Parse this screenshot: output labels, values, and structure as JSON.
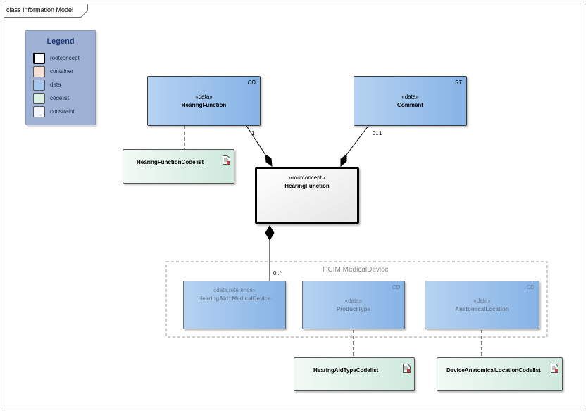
{
  "diagram": {
    "tab_label": "class Information Model",
    "package_label": "HCIM MedicalDevice"
  },
  "legend": {
    "title": "Legend",
    "items": [
      {
        "label": "rootconcept",
        "color": "#ffffff",
        "border": "#000000"
      },
      {
        "label": "container",
        "color": "#f4dfd2",
        "border": "#555555"
      },
      {
        "label": "data",
        "color": "#a7c8ee",
        "border": "#555555"
      },
      {
        "label": "codelist",
        "color": "#d9f0e2",
        "border": "#555555"
      },
      {
        "label": "constraint",
        "color": "#f4f4fb",
        "border": "#555555"
      }
    ]
  },
  "boxes": {
    "hf_data": {
      "stereotype": "«data»",
      "name": "HearingFunction",
      "corner": "CD"
    },
    "comment": {
      "stereotype": "«data»",
      "name": "Comment",
      "corner": "ST"
    },
    "root": {
      "stereotype": "«rootconcept»",
      "name": "HearingFunction"
    },
    "hf_codelist": {
      "name": "HearingFunctionCodelist"
    },
    "medical_device": {
      "stereotype": "«data,reference»",
      "name": "HearingAid::MedicalDevice"
    },
    "product_type": {
      "stereotype": "«data»",
      "name": "ProductType",
      "corner": "CD"
    },
    "anatomical_location": {
      "stereotype": "«data»",
      "name": "AnatomicalLocation",
      "corner": "CD"
    },
    "aid_type_codelist": {
      "name": "HearingAidTypeCodelist"
    },
    "location_codelist": {
      "name": "DeviceAnatomicalLocationCodelist"
    }
  },
  "multiplicities": {
    "hf_data": "1",
    "comment": "0..1",
    "medical_device": "0..*"
  },
  "colors": {
    "data_fill": "#a7c8ee",
    "codelist_fill": "#d9f0e2",
    "legend_bg": "#9fb1d4",
    "legend_title": "#1f3d7a"
  }
}
